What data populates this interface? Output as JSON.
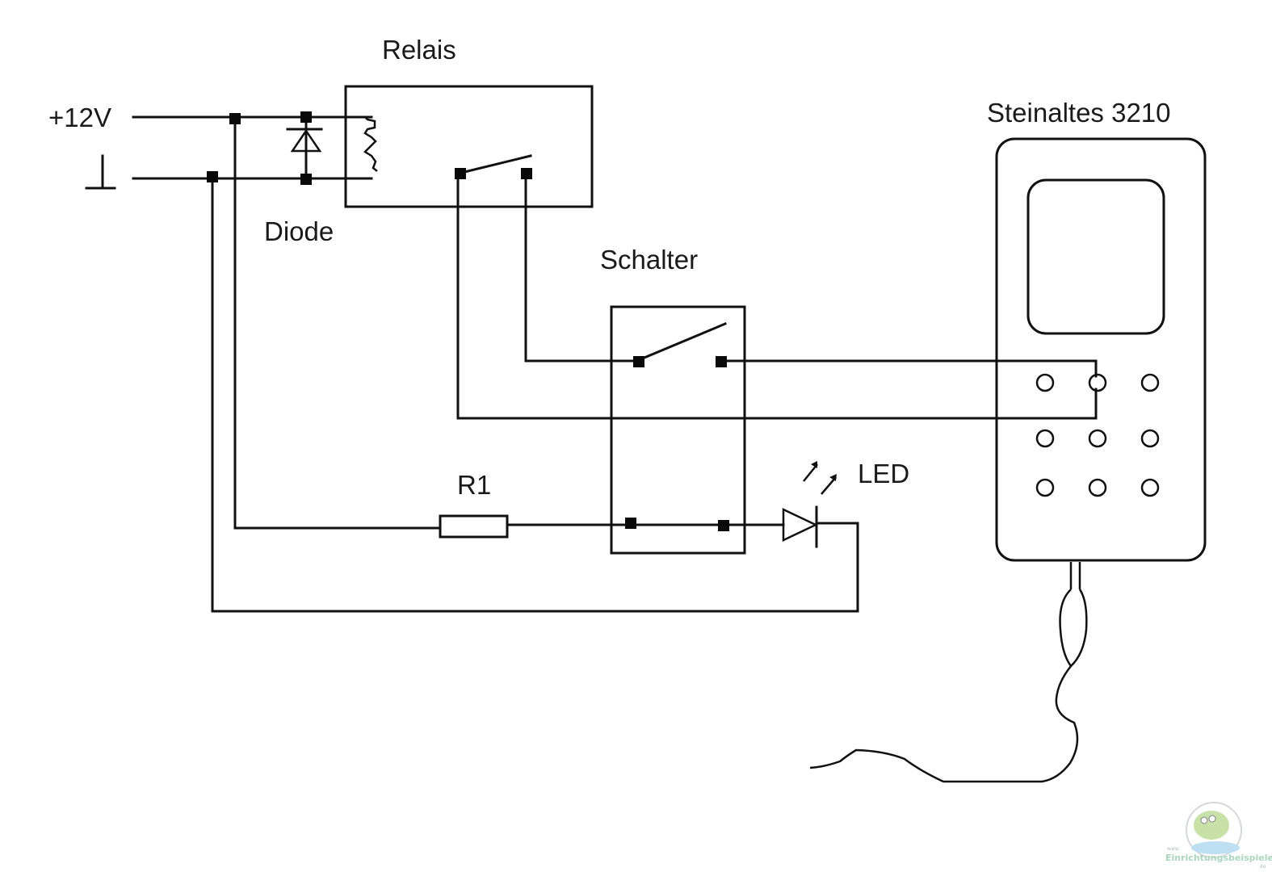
{
  "diagram": {
    "type": "circuit-schematic",
    "labels": {
      "supply_positive": "+12V",
      "relay": "Relais",
      "diode": "Diode",
      "switch": "Schalter",
      "resistor": "R1",
      "led": "LED",
      "phone": "Steinaltes 3210"
    },
    "components": [
      {
        "id": "supply",
        "label": "+12V",
        "kind": "power-supply"
      },
      {
        "id": "ground",
        "label": "⊥",
        "kind": "ground"
      },
      {
        "id": "diode",
        "label": "Diode",
        "kind": "flyback-diode"
      },
      {
        "id": "relay",
        "label": "Relais",
        "kind": "relay"
      },
      {
        "id": "switch",
        "label": "Schalter",
        "kind": "double-pole-switch"
      },
      {
        "id": "r1",
        "label": "R1",
        "kind": "resistor"
      },
      {
        "id": "led",
        "label": "LED",
        "kind": "led"
      },
      {
        "id": "phone",
        "label": "Steinaltes 3210",
        "kind": "mobile-phone"
      }
    ],
    "connections": [
      {
        "from": "+12V",
        "to": "relay coil"
      },
      {
        "from": "ground",
        "to": "relay coil"
      },
      {
        "from": "diode",
        "to": "relay coil (parallel)"
      },
      {
        "from": "relay contact",
        "to": "switch pole 1"
      },
      {
        "from": "switch pole 1",
        "to": "phone key"
      },
      {
        "from": "+12V",
        "to": "R1"
      },
      {
        "from": "R1",
        "to": "switch pole 2"
      },
      {
        "from": "switch pole 2",
        "to": "LED"
      },
      {
        "from": "LED",
        "to": "ground"
      }
    ],
    "phone_keypad": {
      "rows": 3,
      "cols": 3,
      "wired_key": "row 1, column 2"
    }
  },
  "watermark": {
    "prefix": "www.",
    "name": "Einrichtungsbeispiele",
    "suffix": ".de"
  }
}
